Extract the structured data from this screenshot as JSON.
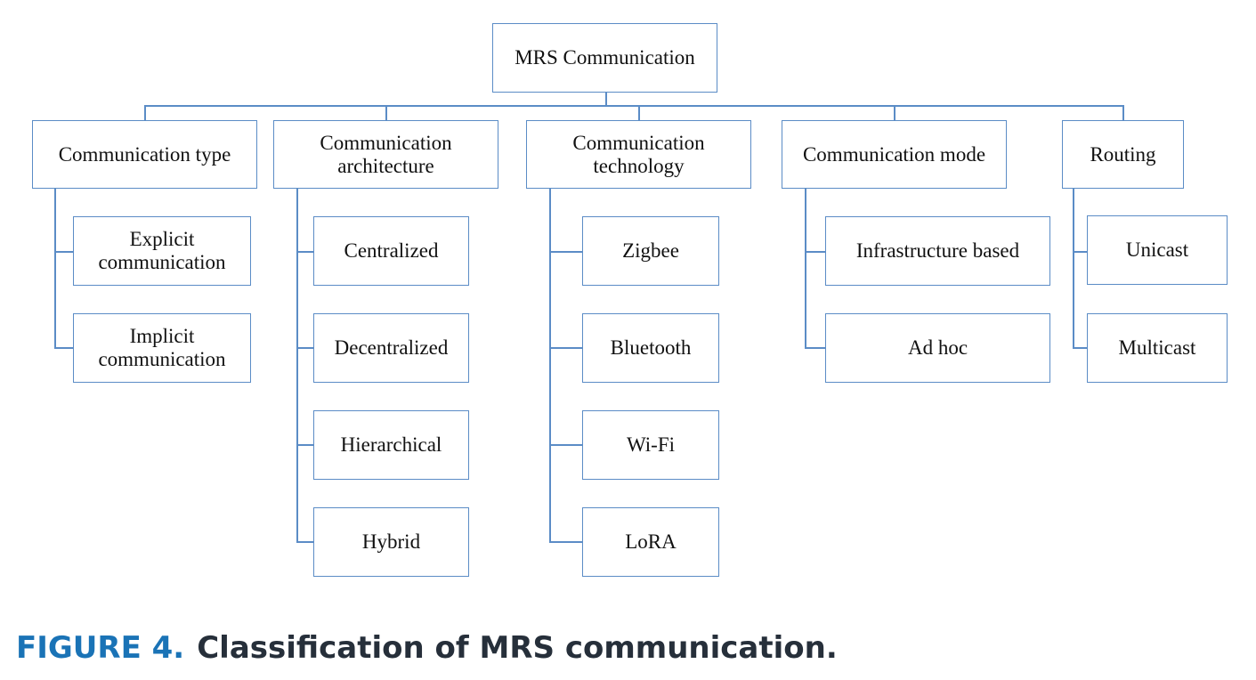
{
  "diagram": {
    "root": "MRS Communication",
    "categories": [
      {
        "label": "Communication type",
        "children": [
          "Explicit\ncommunication",
          "Implicit\ncommunication"
        ]
      },
      {
        "label": "Communication\narchitecture",
        "children": [
          "Centralized",
          "Decentralized",
          "Hierarchical",
          "Hybrid"
        ]
      },
      {
        "label": "Communication\ntechnology",
        "children": [
          "Zigbee",
          "Bluetooth",
          "Wi-Fi",
          "LoRA"
        ]
      },
      {
        "label": "Communication mode",
        "children": [
          "Infrastructure based",
          "Ad hoc"
        ]
      },
      {
        "label": "Routing",
        "children": [
          "Unicast",
          "Multicast"
        ]
      }
    ]
  },
  "caption": {
    "label": "FIGURE 4.",
    "text": "Classification of MRS communication."
  },
  "colors": {
    "box_border": "#5b8cc6",
    "caption_label": "#1a73b6",
    "caption_text": "#262f3a"
  }
}
